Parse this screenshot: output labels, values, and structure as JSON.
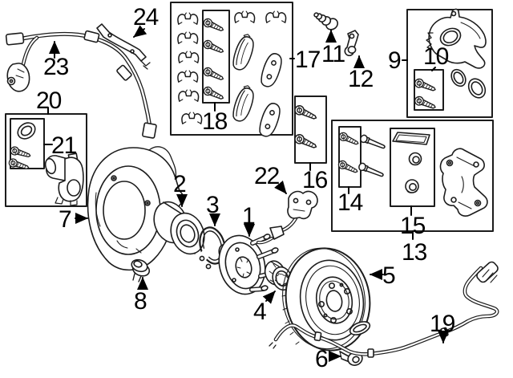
{
  "diagram": {
    "kind": "exploded-parts-diagram",
    "colors": {
      "background": "#ffffff",
      "line": "#1c1c1c",
      "label": "#000000"
    }
  },
  "callouts": [
    {
      "label": "1"
    },
    {
      "label": "2"
    },
    {
      "label": "3"
    },
    {
      "label": "4"
    },
    {
      "label": "5"
    },
    {
      "label": "6"
    },
    {
      "label": "7"
    },
    {
      "label": "8"
    },
    {
      "label": "9"
    },
    {
      "label": "10"
    },
    {
      "label": "11"
    },
    {
      "label": "12"
    },
    {
      "label": "13"
    },
    {
      "label": "14"
    },
    {
      "label": "15"
    },
    {
      "label": "16"
    },
    {
      "label": "17"
    },
    {
      "label": "18"
    },
    {
      "label": "19"
    },
    {
      "label": "20"
    },
    {
      "label": "21"
    },
    {
      "label": "22"
    },
    {
      "label": "23"
    },
    {
      "label": "24"
    }
  ]
}
